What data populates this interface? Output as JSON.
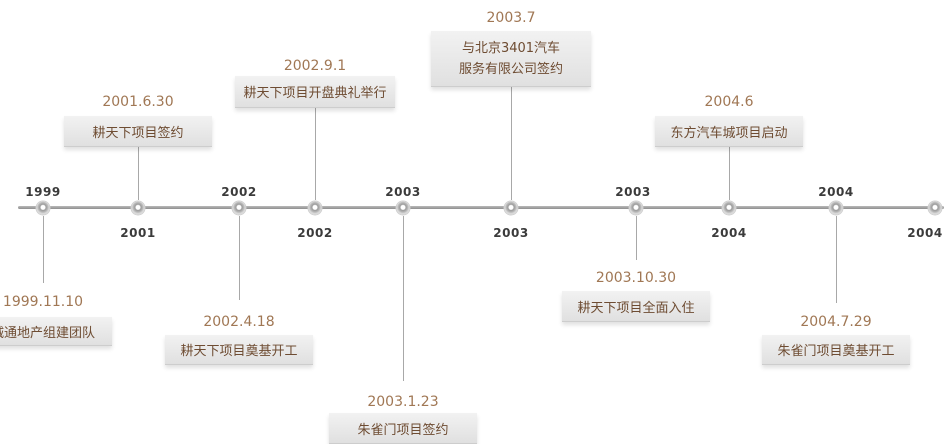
{
  "chart_data": {
    "type": "timeline",
    "axis_labels": [
      {
        "text": "1999",
        "side": "above"
      },
      {
        "text": "2001",
        "side": "below"
      },
      {
        "text": "2002",
        "side": "above"
      },
      {
        "text": "2002",
        "side": "below"
      },
      {
        "text": "2003",
        "side": "above"
      },
      {
        "text": "2003",
        "side": "below"
      },
      {
        "text": "2003",
        "side": "above"
      },
      {
        "text": "2004",
        "side": "below"
      },
      {
        "text": "2004",
        "side": "above"
      },
      {
        "text": "2004",
        "side": "below"
      }
    ],
    "events": [
      {
        "date": "1999.11.10",
        "label": "诚通地产组建团队",
        "side": "below"
      },
      {
        "date": "2001.6.30",
        "label": "耕天下项目签约",
        "side": "above"
      },
      {
        "date": "2002.4.18",
        "label": "耕天下项目奠基开工",
        "side": "below"
      },
      {
        "date": "2002.9.1",
        "label": "耕天下项目开盘典礼举行",
        "side": "above"
      },
      {
        "date": "2003.1.23",
        "label": "朱雀门项目签约",
        "side": "below"
      },
      {
        "date": "2003.7",
        "label": "与北京3401汽车\n服务有限公司签约",
        "side": "above"
      },
      {
        "date": "2003.10.30",
        "label": "耕天下项目全面入住",
        "side": "below"
      },
      {
        "date": "2004.6",
        "label": "东方汽车城项目启动",
        "side": "above"
      },
      {
        "date": "2004.7.29",
        "label": "朱雀门项目奠基开工",
        "side": "below"
      },
      {
        "date": "",
        "label": "",
        "side": "none"
      }
    ]
  },
  "colors": {
    "date_text": "#a07754",
    "label_text": "#6e4c32",
    "year_text": "#3b3b3b",
    "axis": "#9a9a9a"
  }
}
